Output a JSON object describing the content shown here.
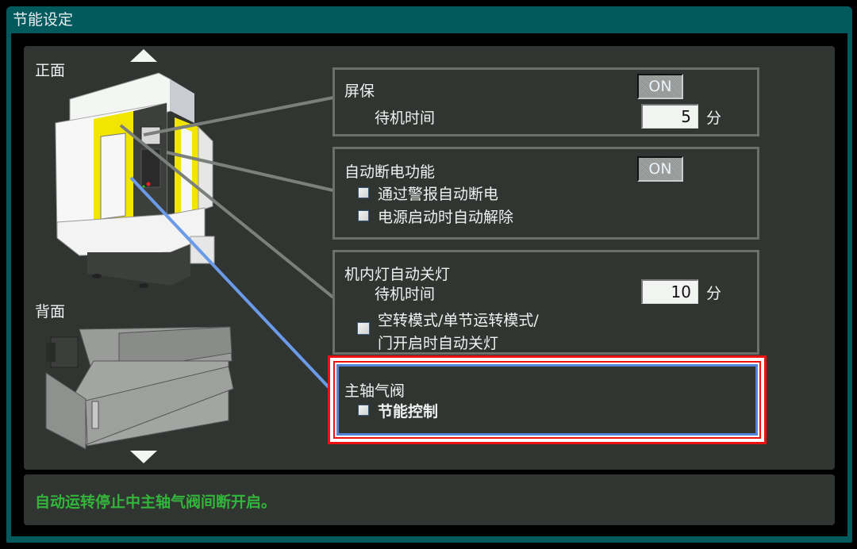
{
  "window": {
    "title": "节能设定"
  },
  "views": {
    "front_label": "正面",
    "back_label": "背面"
  },
  "screen_saver": {
    "label": "屏保",
    "toggle": "ON",
    "standby_label": "待机时间",
    "standby_value": "5",
    "unit": "分"
  },
  "auto_power_off": {
    "label": "自动断电功能",
    "toggle": "ON",
    "options": [
      {
        "label": "通过警报自动断电",
        "checked": false
      },
      {
        "label": "电源启动时自动解除",
        "checked": false
      }
    ]
  },
  "interior_light": {
    "label": "机内灯自动关灯",
    "standby_label": "待机时间",
    "standby_value": "10",
    "unit": "分",
    "option_line1": "空转模式/单节运转模式/",
    "option_line2": "门开启时自动关灯",
    "option_checked": false
  },
  "spindle_air_valve": {
    "label": "主轴气阀",
    "option_label": "节能控制",
    "option_checked": false
  },
  "status": {
    "message": "自动运转停止中主轴气阀间断开启。",
    "color": "#32b53a"
  },
  "colors": {
    "frame": "#035a5e",
    "panel": "#313532",
    "highlight_red": "#ee1111",
    "highlight_blue": "#5585d8",
    "door_yellow": "#f2e600"
  }
}
